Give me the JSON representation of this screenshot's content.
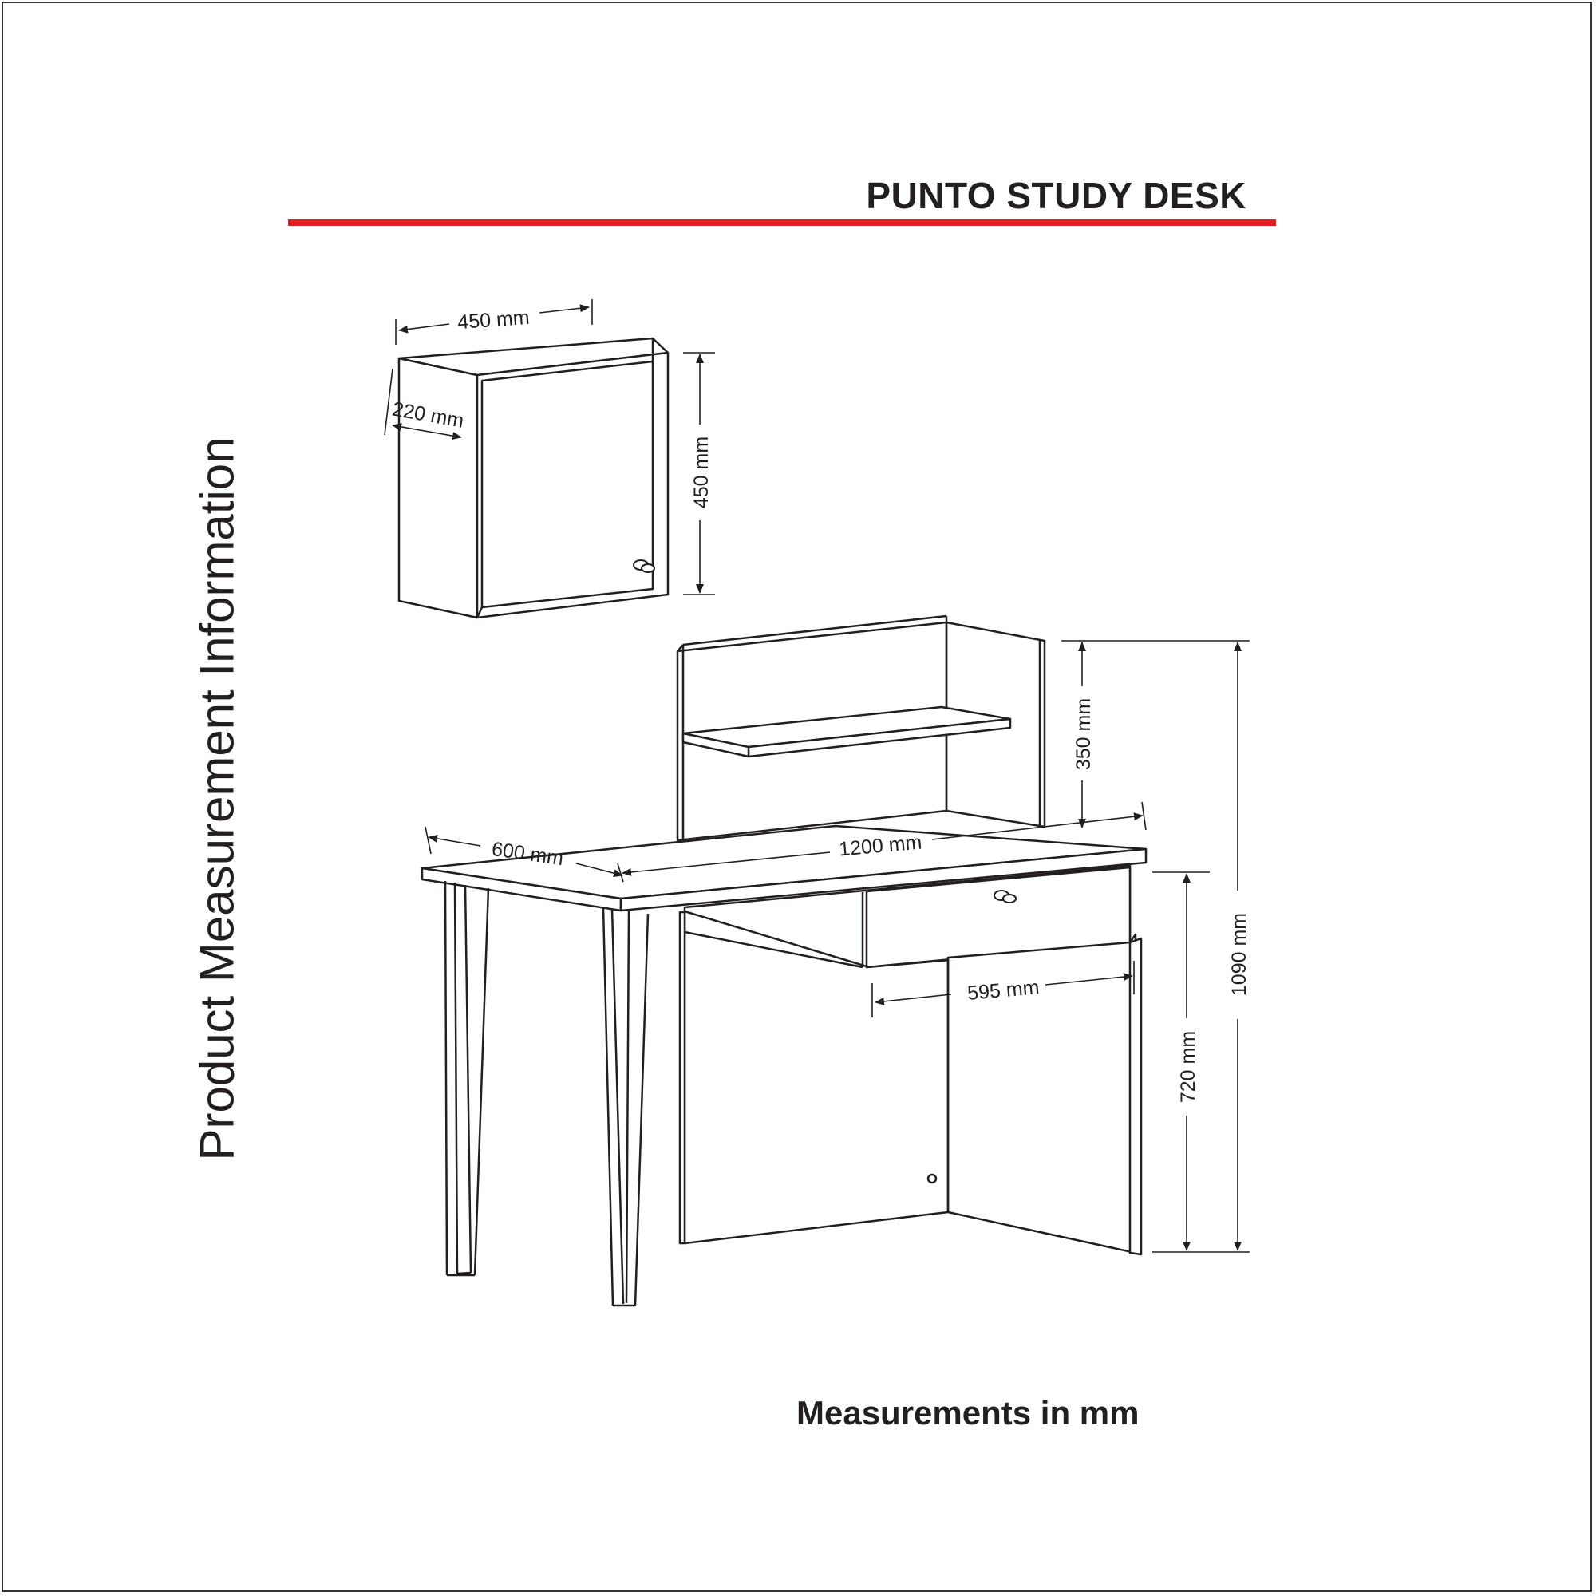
{
  "title": "PUNTO STUDY DESK",
  "side_label": "Product Measurement Information",
  "footer_note": "Measurements in mm",
  "colors": {
    "accent": "#e31e24",
    "ink": "#231f20",
    "background": "#ffffff"
  },
  "wall_cabinet": {
    "width_label": "450 mm",
    "depth_label": "220 mm",
    "height_label": "450 mm"
  },
  "desk": {
    "width_label": "1200 mm",
    "depth_label": "600 mm",
    "hutch_height_label": "350 mm",
    "drawer_width_label": "595 mm",
    "desk_height_label": "720 mm",
    "total_height_label": "1090 mm"
  }
}
